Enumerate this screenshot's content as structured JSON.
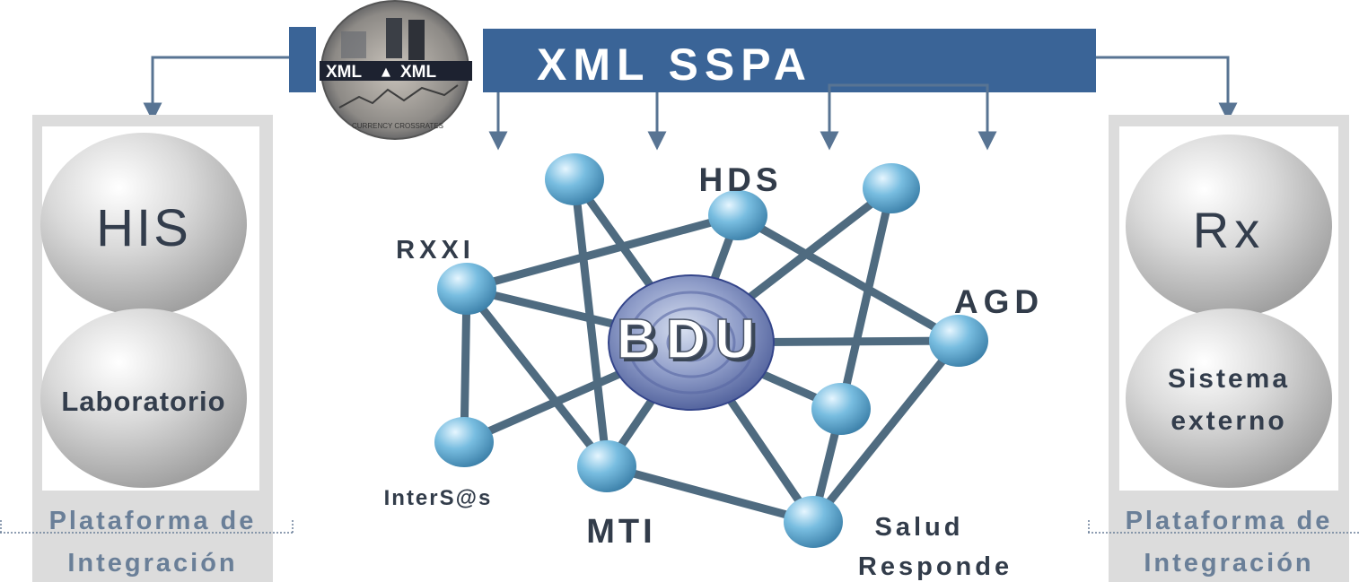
{
  "header": {
    "title": "XML SSPA",
    "thumbnail_text_left": "XML",
    "thumbnail_text_right": "XML",
    "thumbnail_caption": "CURRENCY CROSSRATES"
  },
  "left_platform": {
    "top_system": "HIS",
    "bottom_system": "Laboratorio",
    "label_line1": "Plataforma de",
    "label_line2": "Integración"
  },
  "right_platform": {
    "top_system": "Rx",
    "bottom_system_line1": "Sistema",
    "bottom_system_line2": "externo",
    "label_line1": "Plataforma de",
    "label_line2": "Integración"
  },
  "network": {
    "center": "BDU",
    "labels": {
      "hds": "HDS",
      "rxxi": "RXXI",
      "agd": "AGD",
      "inters": "InterS@s",
      "mti": "MTI",
      "salud_line1": "Salud",
      "salud_line2": "Responde"
    }
  },
  "colors": {
    "banner": "#3a6497",
    "arrow": "#587493",
    "panel": "#dcdcdc",
    "link": "#4f6b80",
    "node": "#6fb3d6",
    "sphere": "#b8b8b8",
    "platform_text": "#6a7f98"
  }
}
